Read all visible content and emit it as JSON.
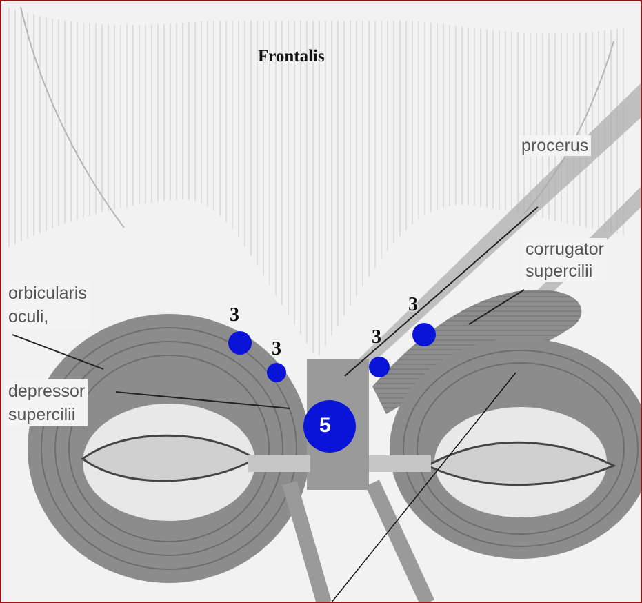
{
  "diagram": {
    "title": "Frontalis",
    "labels": {
      "procerus": "procerus",
      "corrugator": "corrugator\nsupercilii",
      "orbicularis": "orbicularis\noculi,",
      "depressor": "depressor\nsupercilii"
    },
    "injection_points": [
      {
        "id": "left-outer",
        "units": "3"
      },
      {
        "id": "left-inner",
        "units": "3"
      },
      {
        "id": "center",
        "units": "5"
      },
      {
        "id": "right-inner",
        "units": "3"
      },
      {
        "id": "right-outer",
        "units": "3"
      }
    ],
    "colors": {
      "dot": "#0a14d8",
      "muscle": "#8e8e8e",
      "border": "#8b1a1a"
    }
  }
}
